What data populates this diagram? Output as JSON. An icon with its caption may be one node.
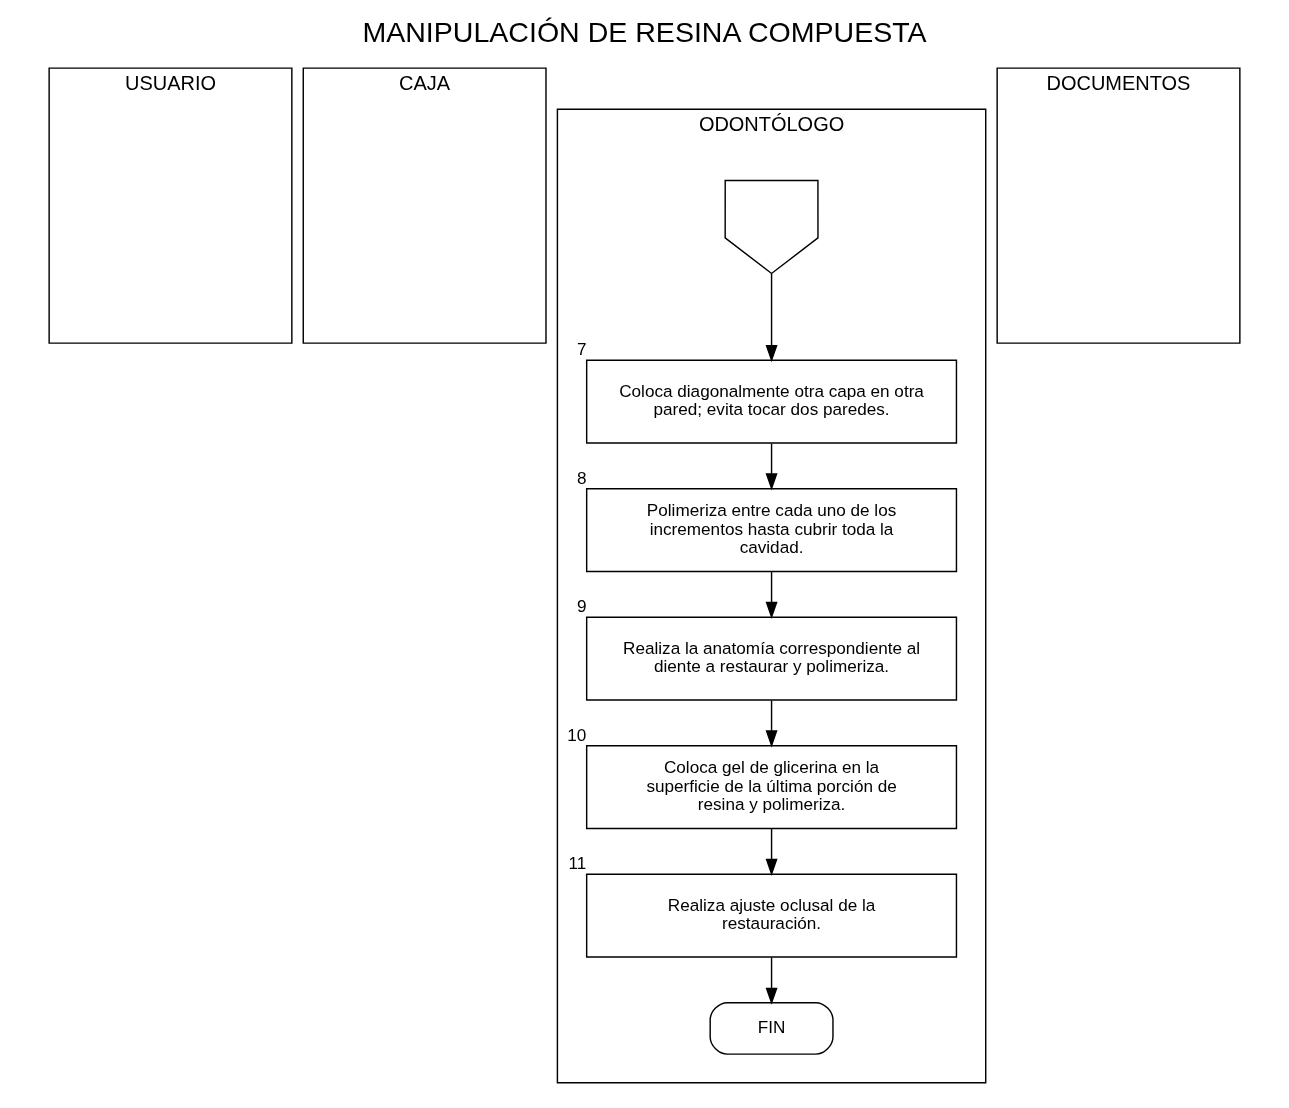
{
  "diagram": {
    "title": "MANIPULACIÓN DE RESINA COMPUESTA",
    "nodes": [
      {
        "text": [
          "USUARIO"
        ]
      },
      {
        "text": [
          "CAJA"
        ]
      },
      {
        "text": [
          "ODONTÓLOGO"
        ]
      },
      {
        "text": [
          "DOCUMENTOS"
        ]
      },
      {
        "text": [],
        "shape": "pentagon",
        "in": 2
      },
      {
        "text": [
          "Coloca diagonalmente otra capa en otra pared; evita tocar dos paredes."
        ],
        "beside": [
          "7"
        ],
        "in": 2
      },
      {
        "text": [
          "Polimeriza entre cada uno de los incrementos hasta cubrir toda la cavidad."
        ],
        "beside": [
          "8"
        ],
        "in": 2
      },
      {
        "text": [
          "Realiza la anatomía correspondiente al diente a restaurar y polimeriza."
        ],
        "beside": [
          "9"
        ],
        "in": 2
      },
      {
        "text": [
          "Coloca gel de glicerina en la superficie de la última porción de resina y polimeriza."
        ],
        "beside": [
          "10"
        ],
        "in": 2
      },
      {
        "text": [
          "Realiza ajuste oclusal de la restauración."
        ],
        "beside": [
          "11"
        ],
        "in": 2
      },
      {
        "text": [
          "FIN"
        ],
        "in": 2
      }
    ],
    "edges": [
      {
        "from": 4,
        "to": 5,
        "arrow": "to"
      },
      {
        "from": 5,
        "to": 6,
        "arrow": "to"
      },
      {
        "from": 6,
        "to": 7,
        "arrow": "to"
      },
      {
        "from": 7,
        "to": 8,
        "arrow": "to"
      },
      {
        "from": 8,
        "to": 9,
        "arrow": "to"
      },
      {
        "from": 9,
        "to": 10,
        "arrow": "to"
      }
    ]
  }
}
